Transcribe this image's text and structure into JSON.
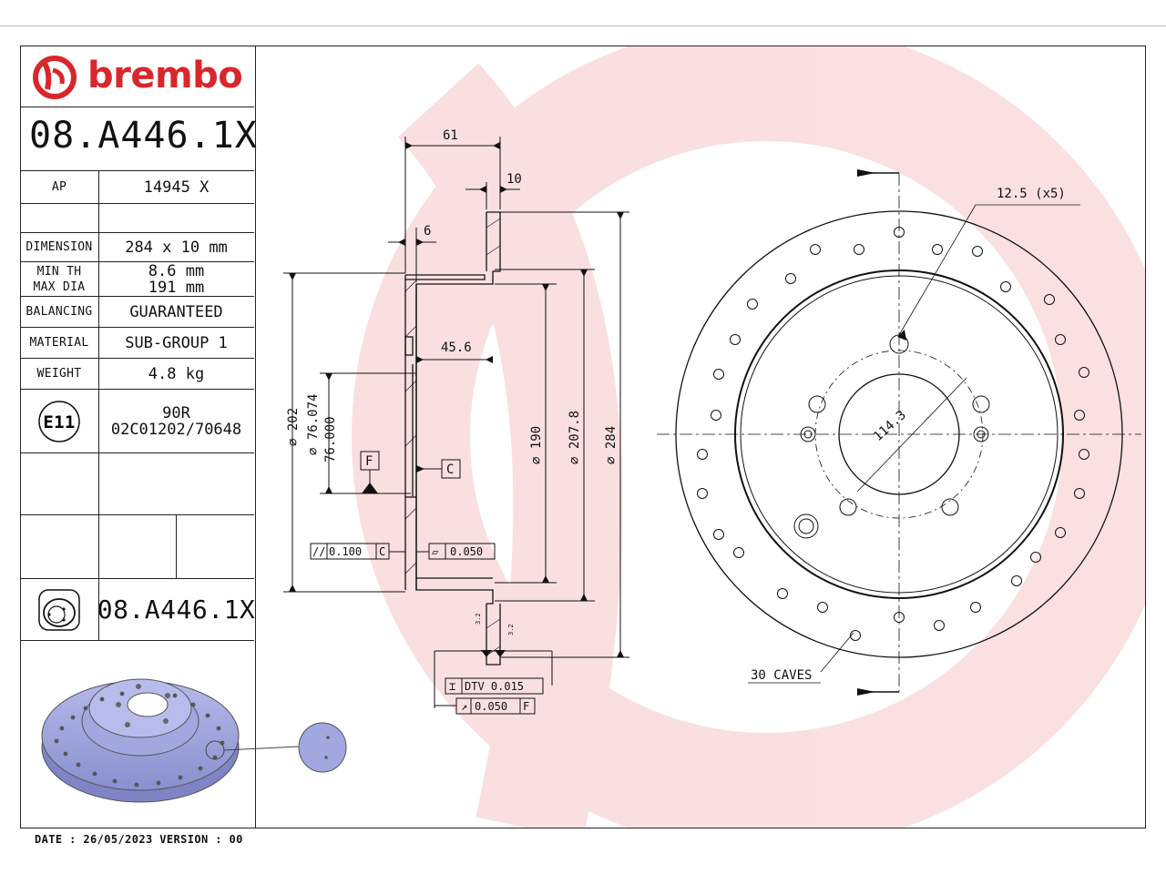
{
  "brand": {
    "name": "brembo",
    "color": "#d9262b"
  },
  "part_number": "08.A446.1X",
  "ap": {
    "label": "AP",
    "value": "14945 X"
  },
  "specs": [
    {
      "label": "DIMENSION",
      "value": "284 x 10 mm"
    },
    {
      "label_lines": [
        "MIN TH",
        "MAX DIA"
      ],
      "value_lines": [
        "8.6 mm",
        "191 mm"
      ]
    },
    {
      "label": "BALANCING",
      "value": "GUARANTEED"
    },
    {
      "label": "MATERIAL",
      "value": "SUB-GROUP 1"
    },
    {
      "label": "WEIGHT",
      "value": "4.8 kg"
    }
  ],
  "homologation": {
    "mark": "E11",
    "lines": [
      "90R",
      "02C01202/70648"
    ]
  },
  "footer": "DATE : 26/05/2023 VERSION : 00",
  "dimensions": {
    "d61": "61",
    "d10": "10",
    "d6": "6",
    "d45": "45.6",
    "dia202": "202",
    "dia76a": "76.074",
    "dia76b": "76.000",
    "dia190": "190",
    "dia207": "207.8",
    "dia284": "284",
    "holes": "12.5 (x5)",
    "pcd": "114.3",
    "caves": "30 CAVES",
    "datum_f": "F",
    "datum_c": "C",
    "tol_parallel": "0.100",
    "tol_parallel_ref": "C",
    "tol_flat": "0.050",
    "dtv": "DTV 0.015",
    "runout": "0.050",
    "runout_ref": "F",
    "rough1": "3.2",
    "rough2": "3.2"
  }
}
